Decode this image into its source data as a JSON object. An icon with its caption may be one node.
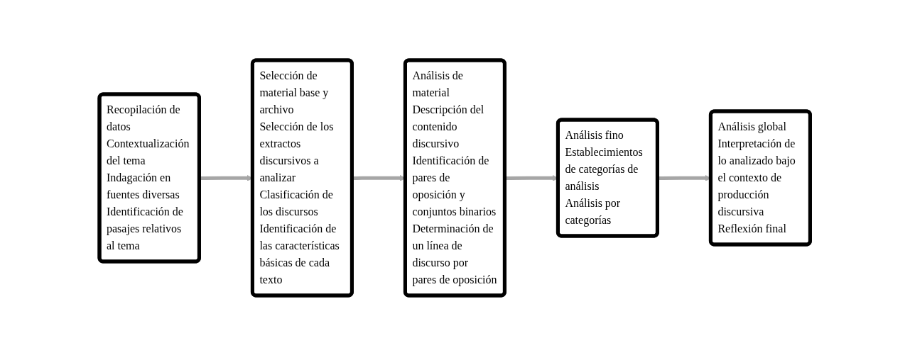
{
  "diagram": {
    "nodes": [
      {
        "text": [
          "Recopilación de datos",
          "Contextualización del tema",
          "Indagación en fuentes diversas",
          "Identificación de pasajes relativos al tema"
        ]
      },
      {
        "text": [
          "Selección de material base y archivo",
          "Selección de los extractos discursivos a analizar",
          "Clasificación de los discursos",
          "Identificación de las características básicas de cada texto"
        ]
      },
      {
        "text": [
          "Análisis de material",
          "Descripción del contenido discursivo",
          "Identificación de pares de oposición y conjuntos binarios",
          "Determinación de un línea de discurso por pares de oposición"
        ]
      },
      {
        "text": [
          "Análisis fino",
          "Establecimientos de categorías de análisis",
          "Análisis por categorías"
        ]
      },
      {
        "text": [
          "Análisis global",
          "Interpretación de lo analizado bajo el contexto de producción discursiva",
          "Reflexión final"
        ]
      }
    ],
    "edges": [
      {
        "from": 0,
        "to": 1,
        "arrow": "to"
      },
      {
        "from": 1,
        "to": 2,
        "arrow": "to"
      },
      {
        "from": 2,
        "to": 3,
        "arrow": "to"
      },
      {
        "from": 3,
        "to": 4,
        "arrow": "to"
      }
    ]
  }
}
